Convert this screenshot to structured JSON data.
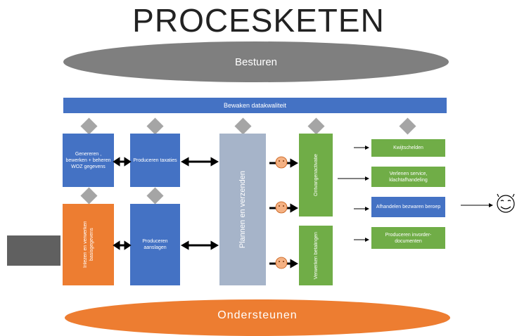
{
  "title": "PROCESKETEN",
  "top_ellipse": "Besturen",
  "bottom_ellipse": "Ondersteunen",
  "bar": "Bewaken datakwaliteit",
  "boxes": {
    "genereren": "Genereren , bewerken + beheren WOZ gegevens",
    "produceren_taxaties": "Produceren taxaties",
    "inlezen": "Inlezen en verwerken basisgegevens",
    "produceren_aanslagen": "Produceren aanslagen",
    "plannen": "Plannen en verzenden",
    "ontvangen": "Ontvangenactivatie",
    "verwerken": "Verwerken betalingen",
    "kwijtschelden": "Kwijtschelden",
    "verlenen": "Verlenen service, klachtafhandeling",
    "afhandelen": "Afhandelen bezwaren beroep",
    "invorder": "Produceren invorder-documenten"
  },
  "colors": {
    "blue": "#4472c4",
    "orange": "#ed7d31",
    "green": "#70ad47",
    "grey_ellipse": "#7f7f7f",
    "plannen": "#a6b4c9"
  },
  "icons": [
    "diamond-icon",
    "face-icon",
    "smiley-icon",
    "arrow-icon"
  ]
}
